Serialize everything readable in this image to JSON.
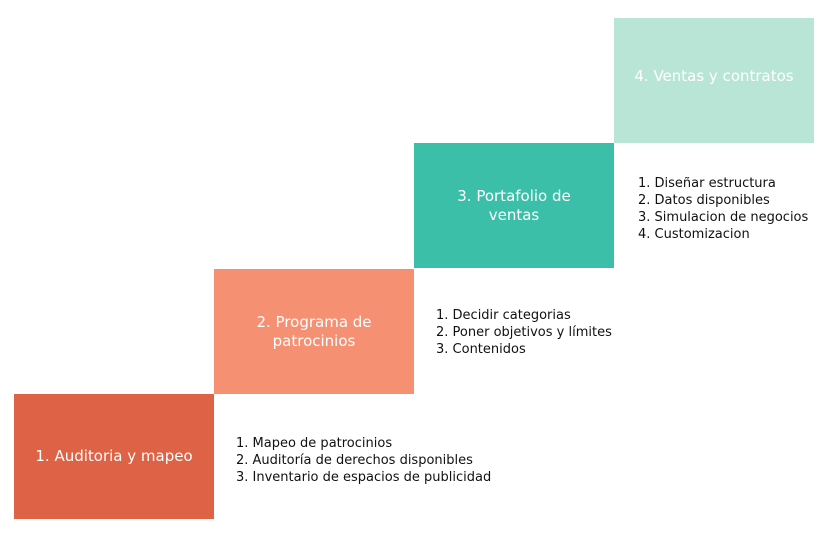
{
  "steps": [
    {
      "title": "1. Auditoria  y mapeo",
      "color": "#de6245",
      "items": [
        "1.  Mapeo de patrocinios",
        "2. Auditoría de derechos disponibles",
        "3. Inventario de espacios de publicidad"
      ]
    },
    {
      "title": "2. Programa de patrocinios",
      "color": "#f59172",
      "items": [
        "1. Decidir categorias",
        "2. Poner objetivos y límites",
        "3. Contenidos"
      ]
    },
    {
      "title": "3. Portafolio de ventas",
      "color": "#3bbfa8",
      "items": [
        "1. Diseñar estructura",
        "2. Datos disponibles",
        "3. Simulacion de negocios",
        "4. Customizacion"
      ]
    },
    {
      "title": "4. Ventas y contratos",
      "color": "#b9e5d6",
      "items": []
    }
  ]
}
